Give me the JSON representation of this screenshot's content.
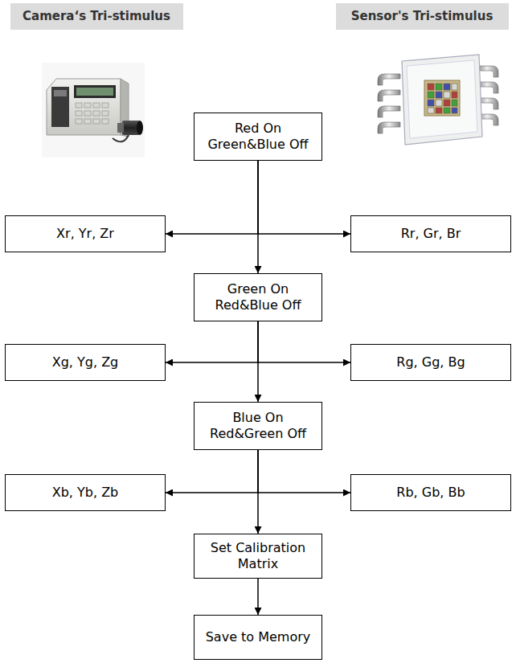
{
  "diagram": {
    "nodes": [
      {
        "text": [
          "Camera‘s Tri-stimulus"
        ]
      },
      {
        "text": [
          "Sensor's Tri-stimulus"
        ]
      },
      {
        "text": [
          "Red On Green&Blue Off"
        ]
      },
      {
        "text": [
          "Xr, Yr, Zr"
        ]
      },
      {
        "text": [
          "Rr, Gr, Br"
        ]
      },
      {
        "text": [
          "Green On Red&Blue Off"
        ]
      },
      {
        "text": [
          "Xg, Yg, Zg"
        ]
      },
      {
        "text": [
          "Rg, Gg, Bg"
        ]
      },
      {
        "text": [
          "Blue On Red&Green Off"
        ]
      },
      {
        "text": [
          "Xb, Yb, Zb"
        ]
      },
      {
        "text": [
          "Rb, Gb, Bb"
        ]
      },
      {
        "text": [
          "Set Calibration Matrix"
        ]
      },
      {
        "text": [
          "Save to Memory"
        ]
      }
    ],
    "edges": [
      {
        "from": 2,
        "to": 5,
        "arrow": "to"
      },
      {
        "from": 2,
        "to": 3,
        "arrow": "to"
      },
      {
        "from": 2,
        "to": 4,
        "arrow": "to"
      },
      {
        "from": 5,
        "to": 8,
        "arrow": "to"
      },
      {
        "from": 5,
        "to": 6,
        "arrow": "to"
      },
      {
        "from": 5,
        "to": 7,
        "arrow": "to"
      },
      {
        "from": 8,
        "to": 11,
        "arrow": "to"
      },
      {
        "from": 8,
        "to": 9,
        "arrow": "to"
      },
      {
        "from": 8,
        "to": 10,
        "arrow": "to"
      },
      {
        "from": 11,
        "to": 12,
        "arrow": "to"
      }
    ]
  }
}
